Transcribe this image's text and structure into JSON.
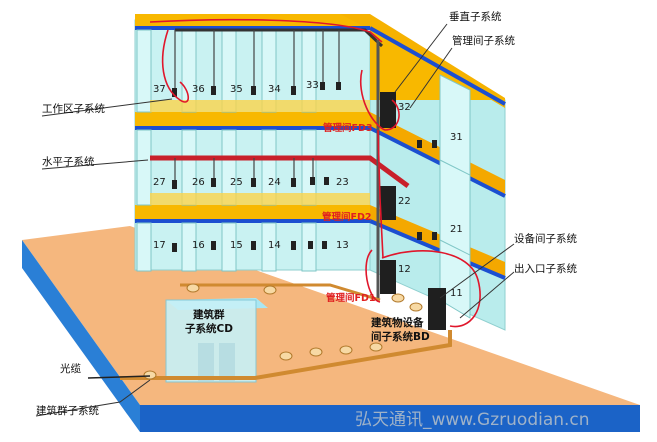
{
  "rooms": {
    "top": [
      "37",
      "36",
      "35",
      "34",
      "33",
      "32",
      "31"
    ],
    "middle": [
      "27",
      "26",
      "25",
      "24",
      "23",
      "22",
      "21"
    ],
    "bottom": [
      "17",
      "16",
      "15",
      "14",
      "13",
      "12",
      "11"
    ]
  },
  "callouts": {
    "vertical": "垂直子系统",
    "admin": "管理间子系统",
    "work_area": "工作区子系统",
    "horizontal": "水平子系统",
    "equipment": "设备间子系统",
    "entrance": "出入口子系统",
    "fiber": "光缆",
    "campus": "建筑群子系统"
  },
  "floor_labels": {
    "fd3": "管理间FD3",
    "fd2": "管理间FD2",
    "fd1": "管理间FD1"
  },
  "boxes": {
    "campus_line1": "建筑群",
    "campus_line2": "子系统CD",
    "building_line1": "建筑物设备",
    "building_line2": "间子系统BD"
  },
  "watermark": "弘天通讯_www.Gzruodian.cn"
}
